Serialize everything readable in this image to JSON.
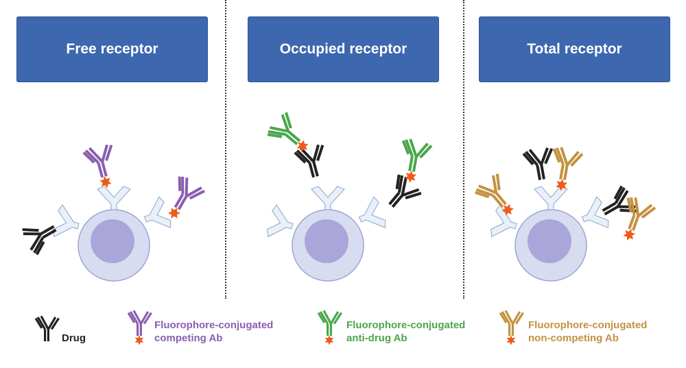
{
  "panels": [
    {
      "title": "Free receptor"
    },
    {
      "title": "Occupied receptor"
    },
    {
      "title": "Total receptor"
    }
  ],
  "legend": [
    {
      "label": "Drug",
      "color": "#222222"
    },
    {
      "label_line1": "Fluorophore-conjugated",
      "label_line2": "competing Ab",
      "color": "#8a5fb0"
    },
    {
      "label_line1": "Fluorophore-conjugated",
      "label_line2": "anti-drug Ab",
      "color": "#4aa74a"
    },
    {
      "label_line1": "Fluorophore-conjugated",
      "label_line2": "non-competing Ab",
      "color": "#c39240"
    }
  ],
  "colors": {
    "header": "#3d67ae",
    "fluorophore": "#f05a1a",
    "cell": "#d8dcf0",
    "nucleus": "#aaa6da",
    "receptor": "#e8f0fa"
  }
}
